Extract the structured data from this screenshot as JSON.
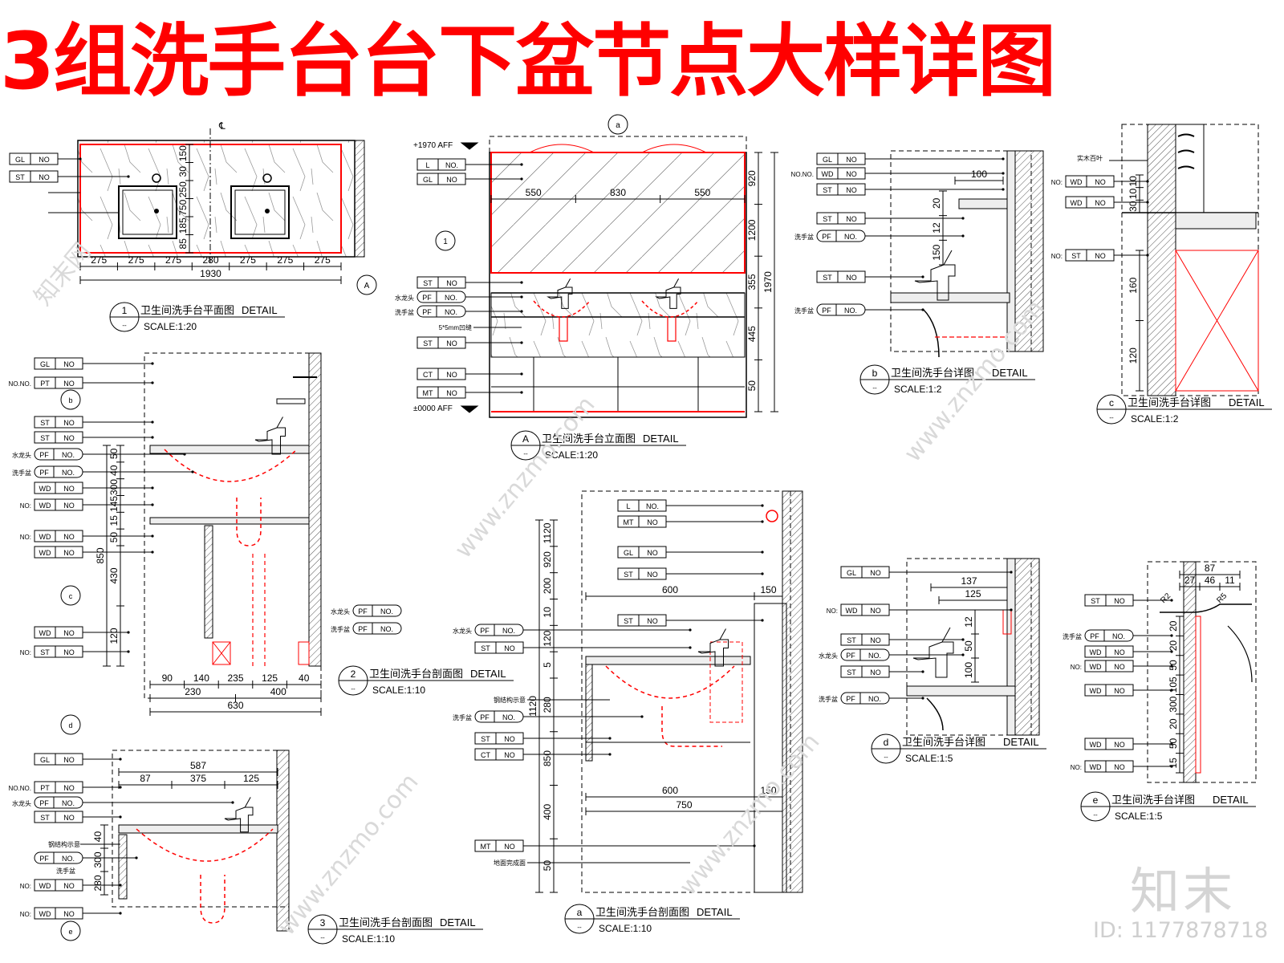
{
  "title": "3组洗手台台下盆节点大样详图",
  "watermark": {
    "brand": "知末",
    "id": "ID: 1177878718",
    "site": "www.znzmo.com",
    "site_cn": "知末网"
  },
  "colors": {
    "red": "#ff0000",
    "line": "#000000",
    "gray": "#888888"
  },
  "tags": {
    "GL": "GL",
    "ST": "ST",
    "PT": "PT",
    "PF": "PF",
    "WD": "WD",
    "L": "L",
    "CT": "CT",
    "MT": "MT",
    "NO": "NO",
    "NOd": "NO.",
    "NOq": "NO:"
  },
  "labels": {
    "faucet": "水龙头",
    "basin": "洗手盆",
    "steel": "钢结构示意",
    "floor": "地面完成面",
    "groove": "5*5mm凹缝",
    "wood": "实木百叶",
    "aff1970": "+1970 AFF",
    "aff0": "±0000 AFF",
    "cl": "℄"
  },
  "details": {
    "d1": {
      "num": "1",
      "title": "卫生间洗手台平面图",
      "word": "DETAIL",
      "scale": "SCALE:1:20"
    },
    "d2": {
      "num": "2",
      "title": "卫生间洗手台剖面图",
      "word": "DETAIL",
      "scale": "SCALE:1:10"
    },
    "d3": {
      "num": "3",
      "title": "卫生间洗手台剖面图",
      "word": "DETAIL",
      "scale": "SCALE:1:10"
    },
    "dA": {
      "num": "A",
      "title": "卫生间洗手台立面图",
      "word": "DETAIL",
      "scale": "SCALE:1:20"
    },
    "da": {
      "num": "a",
      "title": "卫生间洗手台剖面图",
      "word": "DETAIL",
      "scale": "SCALE:1:10"
    },
    "db": {
      "num": "b",
      "title": "卫生间洗手台详图",
      "word": "DETAIL",
      "scale": "SCALE:1:2"
    },
    "dc": {
      "num": "c",
      "title": "卫生间洗手台详图",
      "word": "DETAIL",
      "scale": "SCALE:1:2"
    },
    "dd": {
      "num": "d",
      "title": "卫生间洗手台详图",
      "word": "DETAIL",
      "scale": "SCALE:1:5"
    },
    "de": {
      "num": "e",
      "title": "卫生间洗手台详图",
      "word": "DETAIL",
      "scale": "SCALE:1:5"
    }
  },
  "dims": {
    "p1_row": [
      "275",
      "275",
      "275",
      "280",
      "275",
      "275",
      "275"
    ],
    "p1_total": "1930",
    "p1_vert": [
      "150",
      "30",
      "250",
      "750",
      "185",
      "85"
    ],
    "pA_top": [
      "550",
      "830",
      "550"
    ],
    "pA_right": [
      "920",
      "1200",
      "1970",
      "355",
      "445",
      "50"
    ],
    "p2_bottom": [
      "90",
      "140",
      "235",
      "125",
      "40"
    ],
    "p2_bottom2": [
      "230",
      "400"
    ],
    "p2_total": "630",
    "p2_left": [
      "50",
      "40",
      "300",
      "145",
      "15",
      "50",
      "850",
      "430",
      "120"
    ],
    "pa_top": [
      "600",
      "150"
    ],
    "pa_left": [
      "1120",
      "920",
      "200",
      "10",
      "120",
      "5",
      "280",
      "850",
      "400",
      "50"
    ],
    "pa_bottom": [
      "600",
      "150",
      "750"
    ],
    "pb": [
      "100",
      "20",
      "12",
      "150"
    ],
    "pc": [
      "10",
      "10",
      "30",
      "160",
      "120"
    ],
    "p3_top": [
      "587",
      "87",
      "375",
      "125"
    ],
    "p3_left": [
      "40",
      "300",
      "280"
    ],
    "pd": [
      "137",
      "125",
      "12",
      "50",
      "100"
    ],
    "pe_top": [
      "87",
      "27",
      "46",
      "11"
    ],
    "pe_side": [
      "R2",
      "R5",
      "20",
      "20",
      "50",
      "105",
      "300",
      "20",
      "50",
      "15"
    ]
  }
}
